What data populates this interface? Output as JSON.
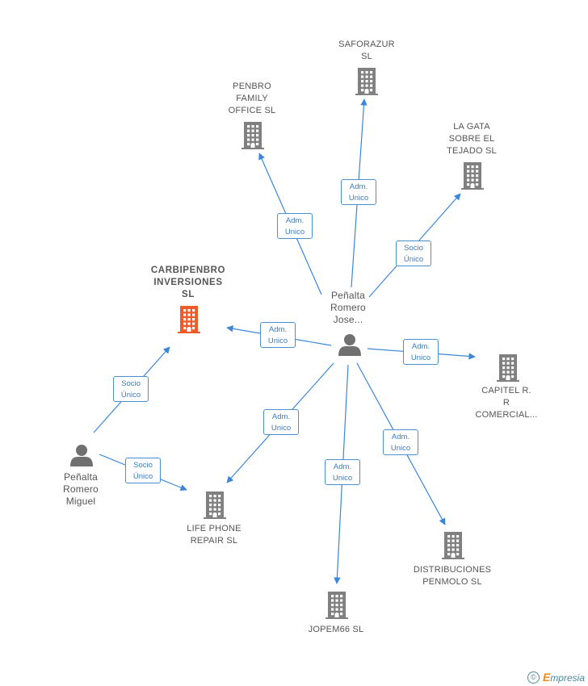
{
  "colors": {
    "edge": "#3b86d9",
    "building": "#808080",
    "building_main": "#f05a28",
    "person": "#707070"
  },
  "footer": {
    "copyright_symbol": "©",
    "brand_initial": "E",
    "brand_rest": "mpresia"
  },
  "nodes": [
    {
      "id": "saforazur",
      "type": "company",
      "label": "SAFORAZUR\nSL"
    },
    {
      "id": "penbro",
      "type": "company",
      "label": "PENBRO\nFAMILY\nOFFICE  SL"
    },
    {
      "id": "lagata",
      "type": "company",
      "label": "LA GATA\nSOBRE EL\nTEJADO  SL"
    },
    {
      "id": "carbipenbro",
      "type": "main_company",
      "label": "CARBIPENBRO\nINVERSIONES\nSL"
    },
    {
      "id": "jose",
      "type": "person",
      "label": "Peñalta\nRomero\nJose..."
    },
    {
      "id": "capitel",
      "type": "company",
      "label": "CAPITEL R.\nR\nCOMERCIAL..."
    },
    {
      "id": "miguel",
      "type": "person",
      "label": "Peñalta\nRomero\nMiguel"
    },
    {
      "id": "lifephone",
      "type": "company",
      "label": "LIFE PHONE\nREPAIR  SL"
    },
    {
      "id": "distribuciones",
      "type": "company",
      "label": "DISTRIBUCIONES\nPENMOLO  SL"
    },
    {
      "id": "jopem66",
      "type": "company",
      "label": "JOPEM66  SL"
    }
  ],
  "edges": [
    {
      "from": "jose",
      "to": "saforazur",
      "label": "Adm.\nUnico"
    },
    {
      "from": "jose",
      "to": "penbro",
      "label": "Adm.\nUnico"
    },
    {
      "from": "jose",
      "to": "lagata",
      "label": "Socio\nÚnico"
    },
    {
      "from": "jose",
      "to": "carbipenbro",
      "label": "Adm.\nUnico"
    },
    {
      "from": "jose",
      "to": "capitel",
      "label": "Adm.\nUnico"
    },
    {
      "from": "jose",
      "to": "lifephone",
      "label": "Adm.\nUnico"
    },
    {
      "from": "jose",
      "to": "jopem66",
      "label": "Adm.\nUnico"
    },
    {
      "from": "jose",
      "to": "distribuciones",
      "label": "Adm.\nUnico"
    },
    {
      "from": "miguel",
      "to": "carbipenbro",
      "label": "Socio\nÚnico"
    },
    {
      "from": "miguel",
      "to": "lifephone",
      "label": "Socio\nÚnico"
    }
  ]
}
